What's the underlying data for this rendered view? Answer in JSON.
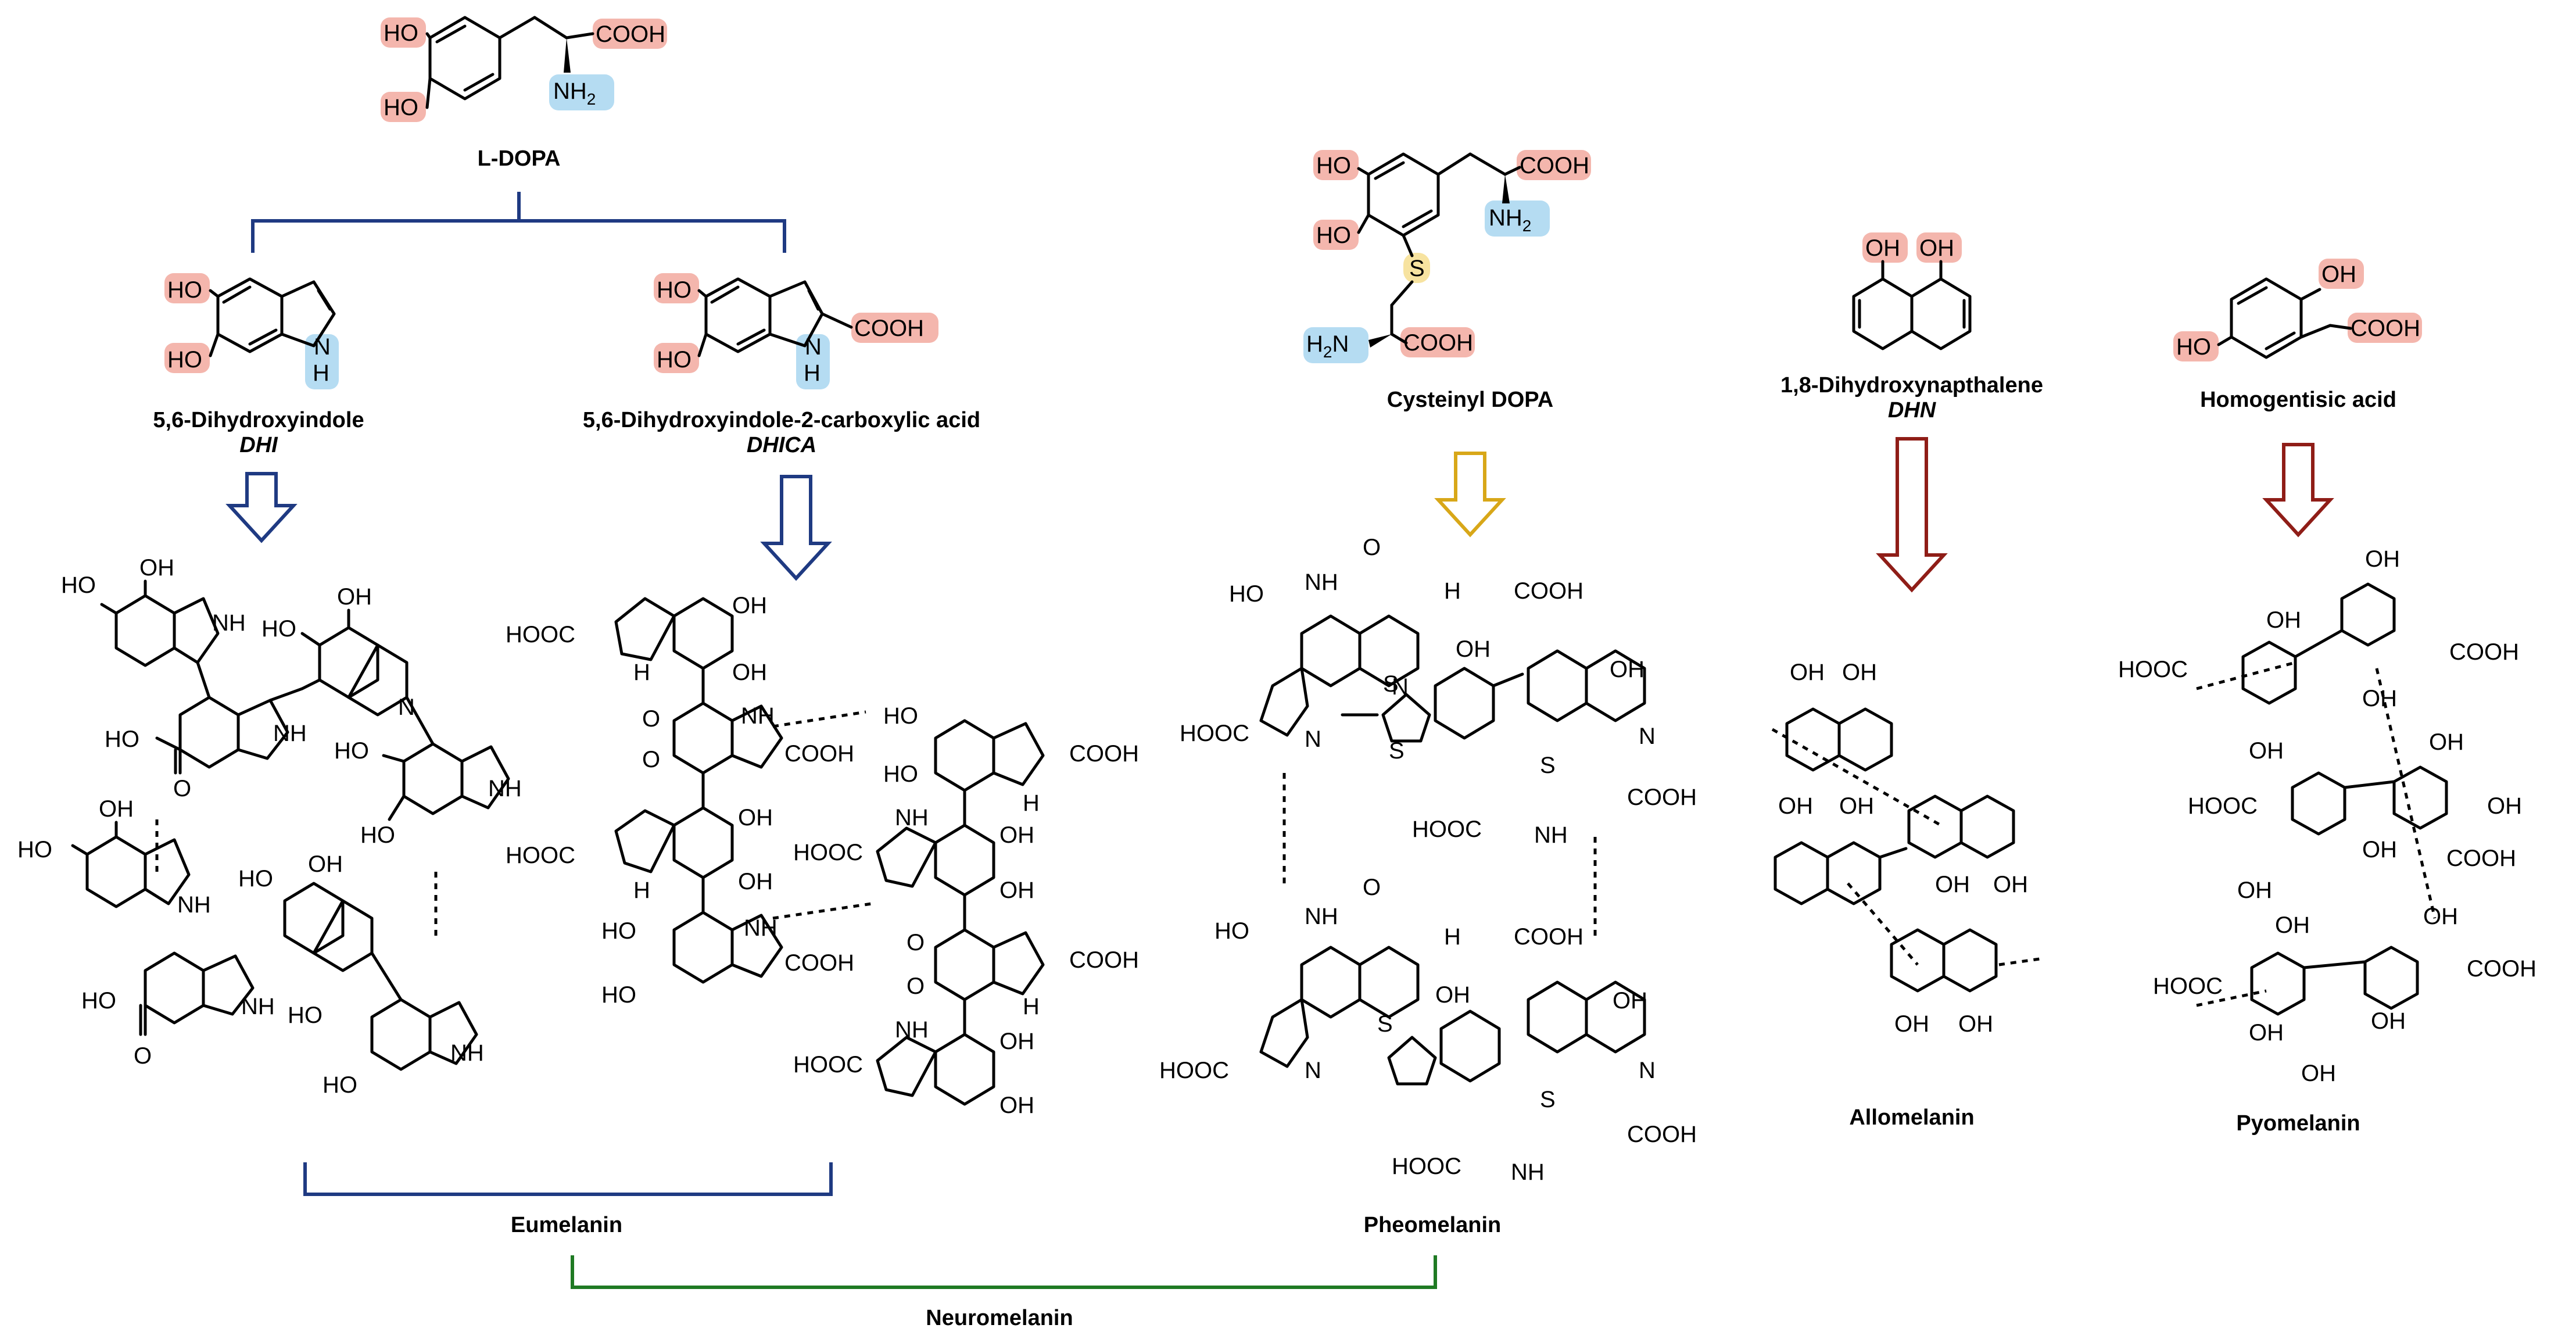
{
  "colors": {
    "eumelanin_blue": "#1f3a82",
    "pheomelanin_gold": "#d8a718",
    "allo_pyo_red": "#8f1d17",
    "neuromelanin_green": "#1f7a23",
    "hydroxyl_highlight": "#f4b6ad",
    "amine_highlight": "#b5dcf2",
    "sulfur_highlight": "#f7e3a0"
  },
  "precursors": {
    "ldopa": {
      "name": "L-DOPA",
      "groups": {
        "ho": "HO",
        "cooh": "COOH",
        "nh": "NH",
        "nh_sub": "2"
      }
    },
    "dhi": {
      "name": "5,6-Dihydroxyindole",
      "abbr": "DHI",
      "groups": {
        "ho": "HO",
        "nh": "N",
        "h": "H"
      }
    },
    "dhica": {
      "name": "5,6-Dihydroxyindole-2-carboxylic acid",
      "abbr": "DHICA",
      "groups": {
        "ho": "HO",
        "cooh": "COOH",
        "nh": "N",
        "h": "H"
      }
    },
    "cysdopa": {
      "name": "Cysteinyl DOPA",
      "groups": {
        "ho": "HO",
        "cooh": "COOH",
        "nh": "NH",
        "nh_sub": "2",
        "h2n": "H",
        "h2n_sub": "2",
        "h2n_n": "N",
        "s": "S"
      }
    },
    "dhn": {
      "name": "1,8-Dihydroxynapthalene",
      "abbr": "DHN",
      "groups": {
        "oh": "OH"
      }
    },
    "hga": {
      "name": "Homogentisic acid",
      "groups": {
        "oh": "OH",
        "ho": "HO",
        "cooh": "COOH"
      }
    }
  },
  "polymers": {
    "eumelanin": {
      "name": "Eumelanin"
    },
    "pheomelanin": {
      "name": "Pheomelanin"
    },
    "allomelanin": {
      "name": "Allomelanin"
    },
    "pyomelanin": {
      "name": "Pyomelanin"
    },
    "neuromelanin": {
      "name": "Neuromelanin"
    }
  },
  "atoms": {
    "OH": "OH",
    "HO": "HO",
    "O": "O",
    "N": "N",
    "NH": "NH",
    "H": "H",
    "S": "S",
    "COOH": "COOH",
    "HOOC": "HOOC",
    "NH2": "NH",
    "H2N": "H",
    "two": "2",
    "N_sym": "N"
  }
}
